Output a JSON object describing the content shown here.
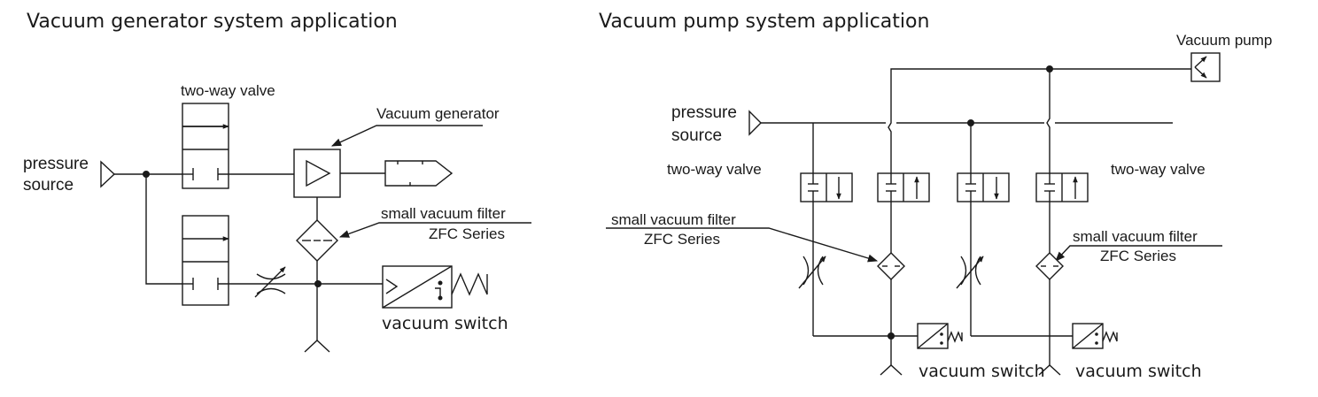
{
  "left": {
    "title": "Vacuum generator system application",
    "pressure_source": [
      "pressure",
      "source"
    ],
    "two_way_valve": "two-way valve",
    "vacuum_generator": "Vacuum generator",
    "filter": [
      "small vacuum filter",
      "ZFC Series"
    ],
    "vacuum_switch": "vacuum switch"
  },
  "right": {
    "title": "Vacuum pump system application",
    "vacuum_pump": "Vacuum pump",
    "pressure_source": [
      "pressure",
      "source"
    ],
    "two_way_valve_left": "two-way valve",
    "two_way_valve_right": "two-way valve",
    "filter_left": [
      "small vacuum filter",
      "ZFC Series"
    ],
    "filter_right": [
      "small vacuum filter",
      "ZFC Series"
    ],
    "vacuum_switch_left": "vacuum switch",
    "vacuum_switch_right": "vacuum switch"
  }
}
